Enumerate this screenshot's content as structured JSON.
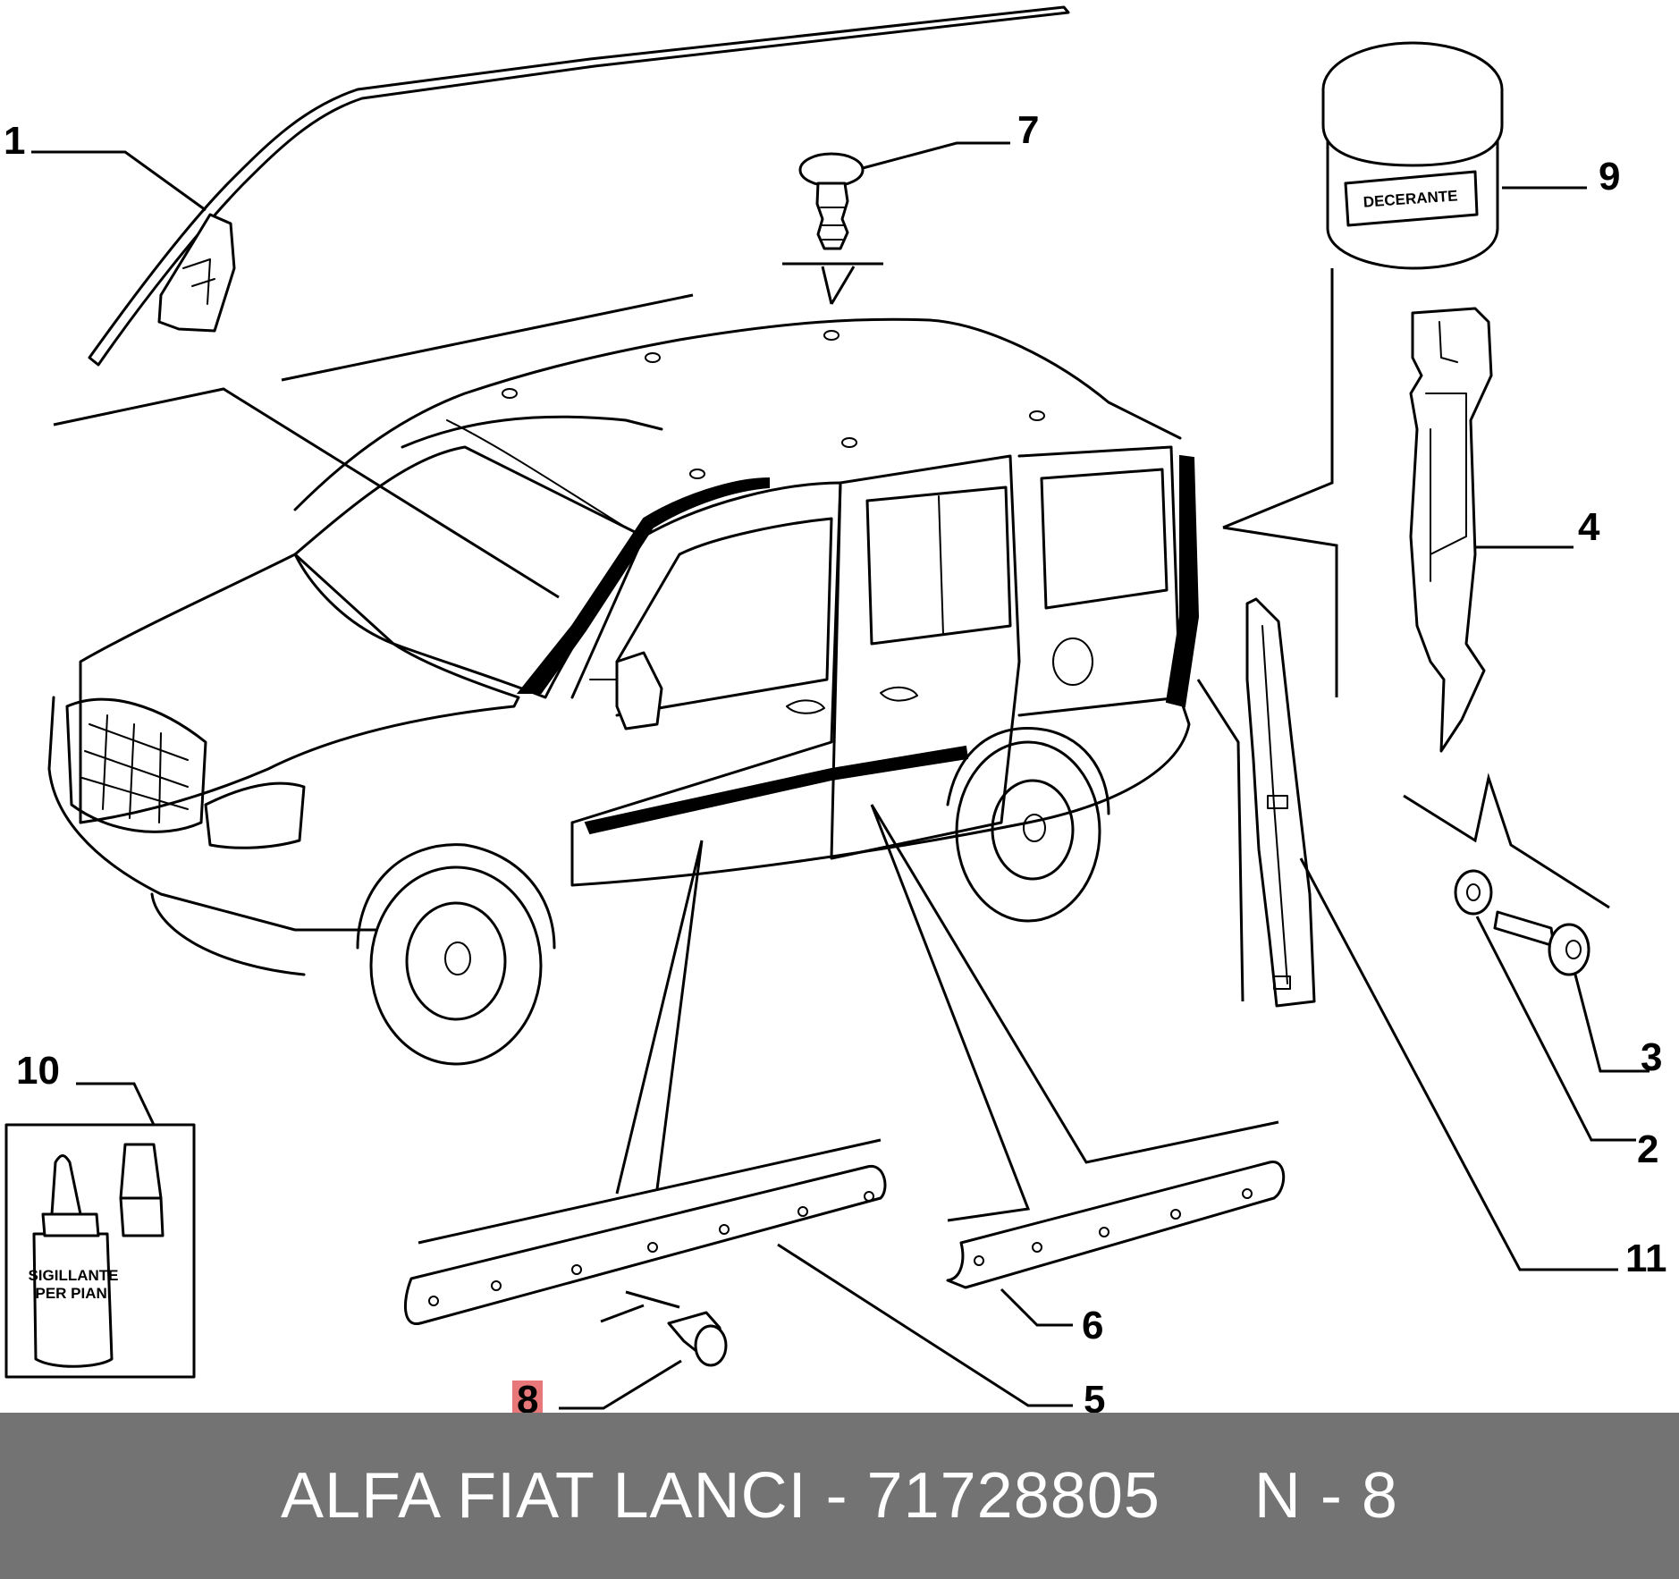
{
  "callouts": {
    "c1": "1",
    "c2": "2",
    "c3": "3",
    "c4": "4",
    "c5": "5",
    "c6": "6",
    "c7": "7",
    "c8": "8",
    "c9": "9",
    "c10": "10",
    "c11": "11"
  },
  "highlight_color": "#e8777a",
  "parts_text": {
    "can_label": "DECERANTE",
    "bottle_label_line1": "SIGILLANTE",
    "bottle_label_line2": "PER PIANI"
  },
  "footer": {
    "text": "ALFA FIAT LANCI - 71728805     N - 8",
    "background": "#737373"
  }
}
